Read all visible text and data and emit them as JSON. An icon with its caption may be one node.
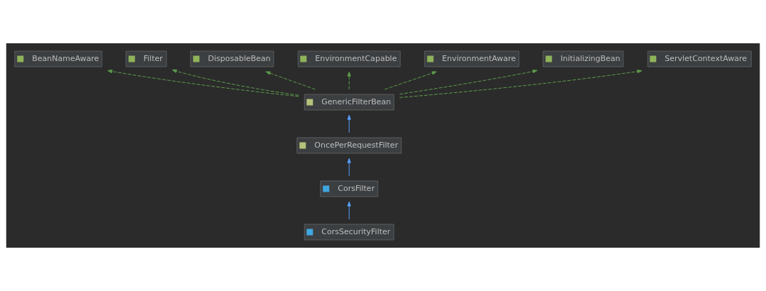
{
  "diagram": {
    "nodes": [
      {
        "text": [
          "BeanNameAware"
        ]
      },
      {
        "text": [
          "Filter"
        ]
      },
      {
        "text": [
          "DisposableBean"
        ]
      },
      {
        "text": [
          "EnvironmentCapable"
        ]
      },
      {
        "text": [
          "EnvironmentAware"
        ]
      },
      {
        "text": [
          "InitializingBean"
        ]
      },
      {
        "text": [
          "ServletContextAware"
        ]
      },
      {
        "text": [
          "GenericFilterBean"
        ]
      },
      {
        "text": [
          "OncePerRequestFilter"
        ]
      },
      {
        "text": [
          "CorsFilter"
        ]
      },
      {
        "text": [
          "CorsSecurityFilter"
        ]
      }
    ],
    "edges": [
      {
        "from": 7,
        "to": 0,
        "arrow": "to",
        "style": "dashed"
      },
      {
        "from": 7,
        "to": 1,
        "arrow": "to",
        "style": "dashed"
      },
      {
        "from": 7,
        "to": 2,
        "arrow": "to",
        "style": "dashed"
      },
      {
        "from": 7,
        "to": 3,
        "arrow": "to",
        "style": "dashed"
      },
      {
        "from": 7,
        "to": 4,
        "arrow": "to",
        "style": "dashed"
      },
      {
        "from": 7,
        "to": 5,
        "arrow": "to",
        "style": "dashed"
      },
      {
        "from": 7,
        "to": 6,
        "arrow": "to",
        "style": "dashed"
      },
      {
        "from": 8,
        "to": 7,
        "arrow": "to",
        "color": "#589df6"
      },
      {
        "from": 9,
        "to": 8,
        "arrow": "to",
        "color": "#589df6"
      },
      {
        "from": 10,
        "to": 9,
        "arrow": "to",
        "color": "#589df6"
      }
    ]
  }
}
